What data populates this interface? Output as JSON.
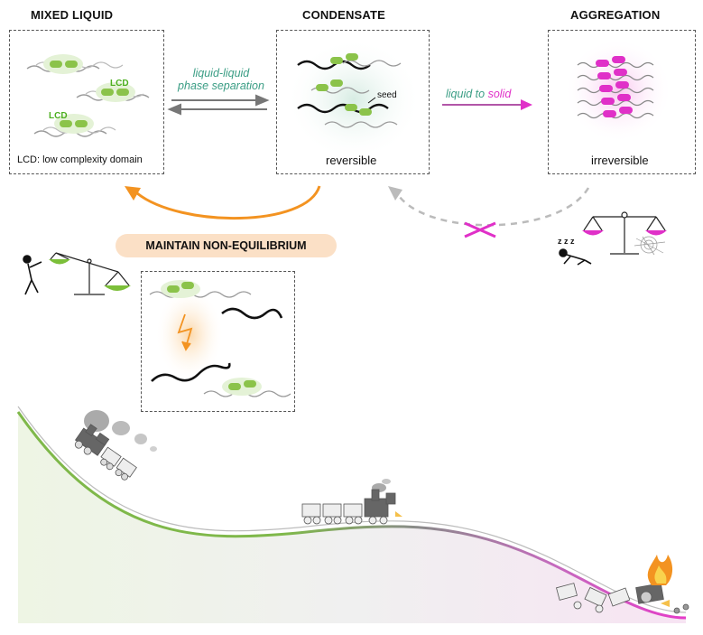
{
  "headings": {
    "mixed": "MIXED LIQUID",
    "condensate": "CONDENSATE",
    "aggregation": "AGGREGATION"
  },
  "labels": {
    "llps_line1": "liquid-liquid",
    "llps_line2": "phase separation",
    "l2s_liquid": "liquid to",
    "l2s_solid": "solid",
    "seed": "seed",
    "lcd1": "LCD",
    "lcd2": "LCD",
    "lcd_legend": "LCD: low complexity domain",
    "reversible": "reversible",
    "irreversible": "irreversible",
    "maintain": "MAINTAIN NON-EQUILIBRIUM",
    "zzz": "z z z"
  },
  "colors": {
    "green": "#8bc34a",
    "teal": "#3a9d84",
    "magenta": "#e030c8",
    "orange": "#f39321",
    "gray": "#777777"
  },
  "icons": [
    "balance-scale-icon",
    "stick-figure-icon",
    "sleeping-figure-icon",
    "lightning-icon",
    "train-icon",
    "fire-icon",
    "spider-web-icon"
  ]
}
